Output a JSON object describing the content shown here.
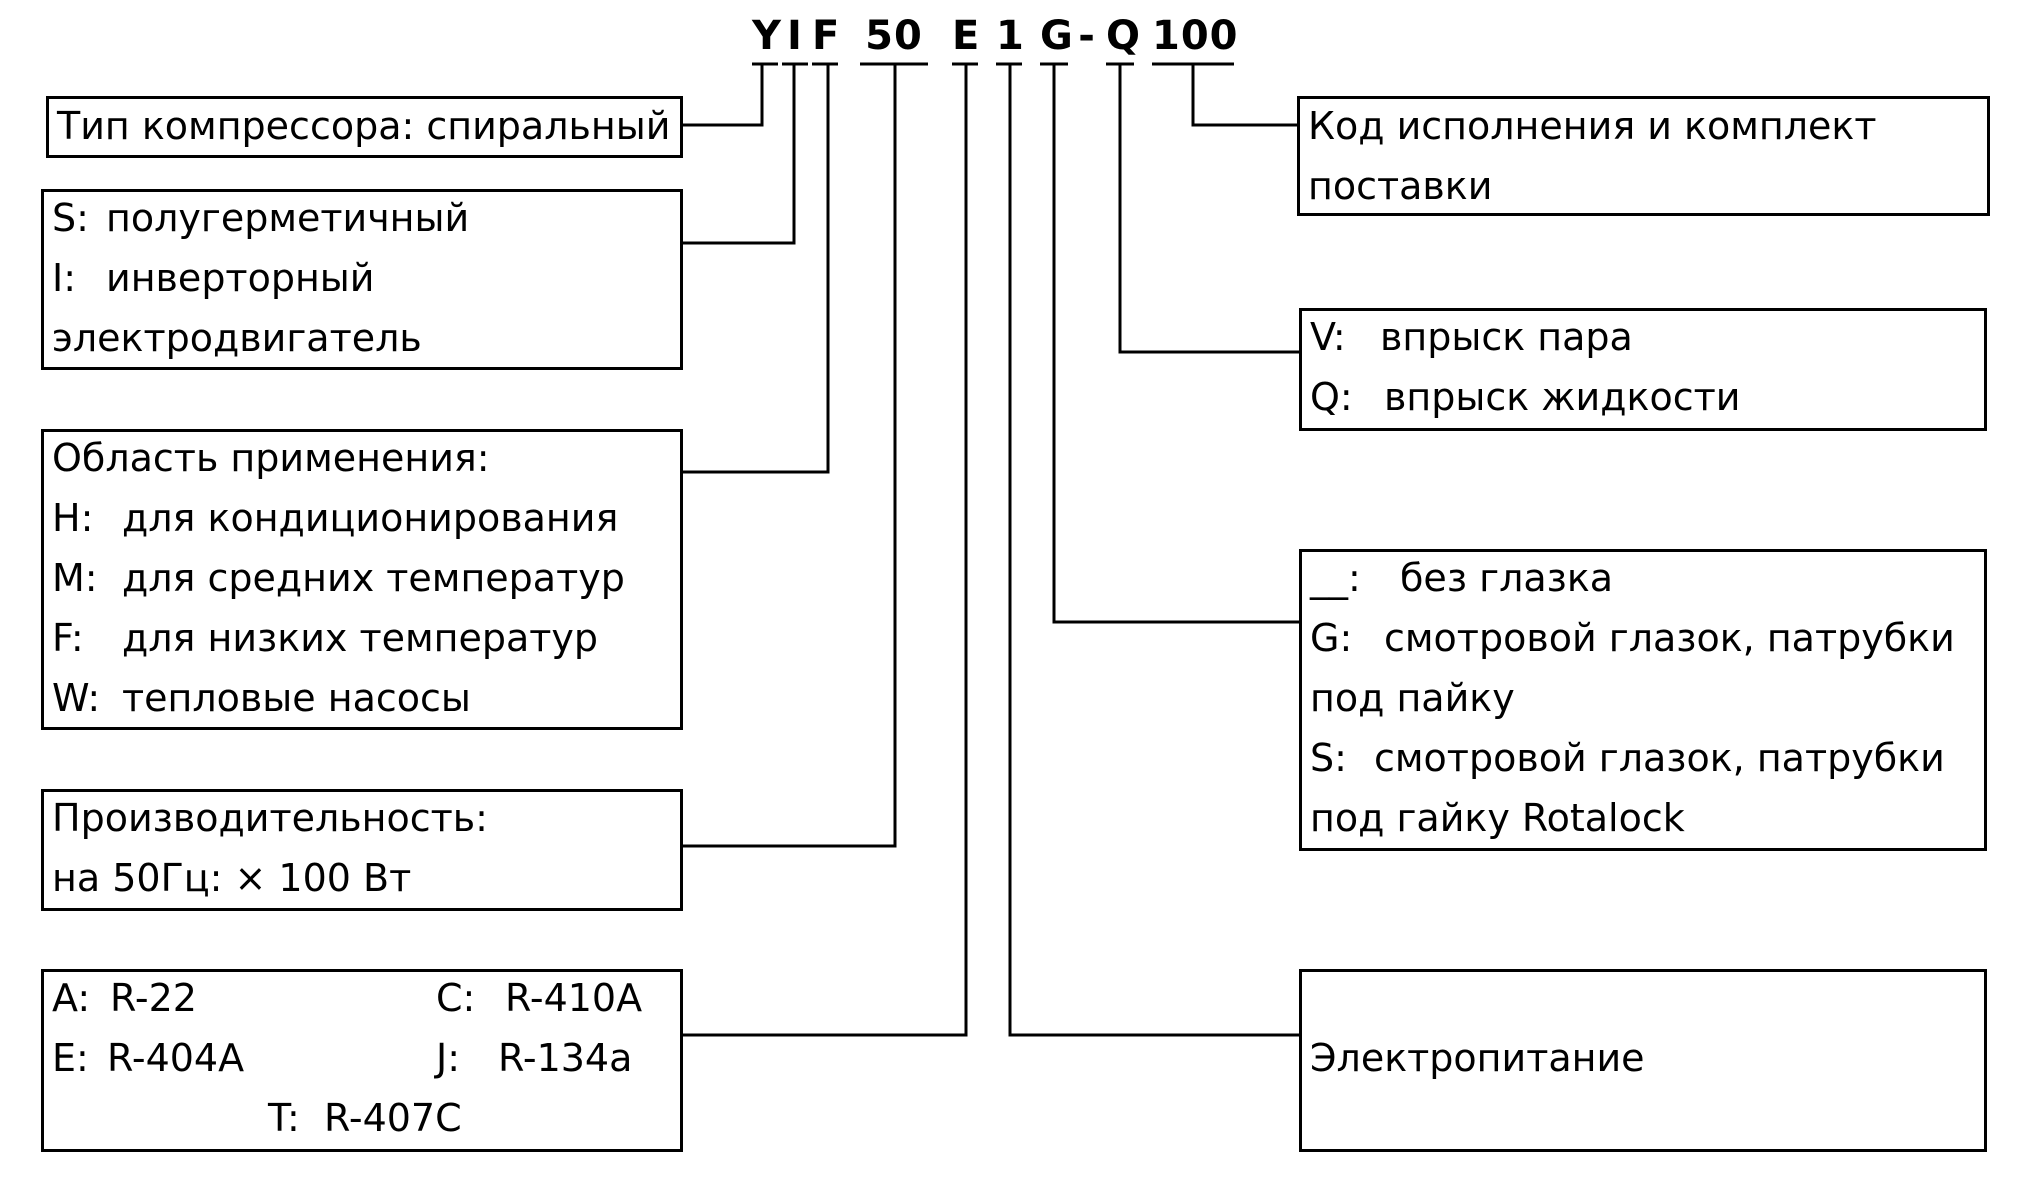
{
  "model_code": {
    "chars": [
      "Y",
      "I",
      "F",
      "50",
      "E",
      "1",
      "G",
      "-",
      "Q",
      "100"
    ]
  },
  "boxes": {
    "type": {
      "text": "Тип компрессора: спиральный"
    },
    "design": {
      "rows": [
        {
          "key": "S:",
          "text": "полугерметичный"
        },
        {
          "key": "I:",
          "text": "инверторный"
        },
        {
          "key": "",
          "text": "электродвигатель"
        }
      ]
    },
    "application": {
      "heading": "Область применения:",
      "rows": [
        {
          "key": "H:",
          "text": "для кондиционирования"
        },
        {
          "key": "M:",
          "text": "для средних температур"
        },
        {
          "key": "F:",
          "text": "для низких температур"
        },
        {
          "key": "W:",
          "text": "тепловые насосы"
        }
      ]
    },
    "capacity": {
      "heading": "Производительность:",
      "text": "на 50Гц: × 100 Вт"
    },
    "refrigerant": {
      "items": [
        {
          "key": "A:",
          "text": "R-22"
        },
        {
          "key": "C:",
          "text": "R-410A"
        },
        {
          "key": "E:",
          "text": "R-404A"
        },
        {
          "key": "J:",
          "text": "R-134a"
        },
        {
          "key": "T:",
          "text": "R-407C"
        }
      ]
    },
    "version": {
      "line1": "Код исполнения и комплект",
      "line2": "поставки"
    },
    "injection": {
      "rows": [
        {
          "key": "V:",
          "text": "впрыск пара"
        },
        {
          "key": "Q:",
          "text": "впрыск жидкости"
        }
      ]
    },
    "sightglass": {
      "rows": [
        {
          "key": "__:",
          "text": "без глазка"
        },
        {
          "key": "G:",
          "text": "смотровой глазок, патрубки"
        },
        {
          "key": "",
          "text": "под пайку"
        },
        {
          "key": "S:",
          "text": "смотровой глазок, патрубки"
        },
        {
          "key": "",
          "text": "под гайку Rotalock"
        }
      ]
    },
    "power": {
      "text": "Электропитание"
    }
  }
}
